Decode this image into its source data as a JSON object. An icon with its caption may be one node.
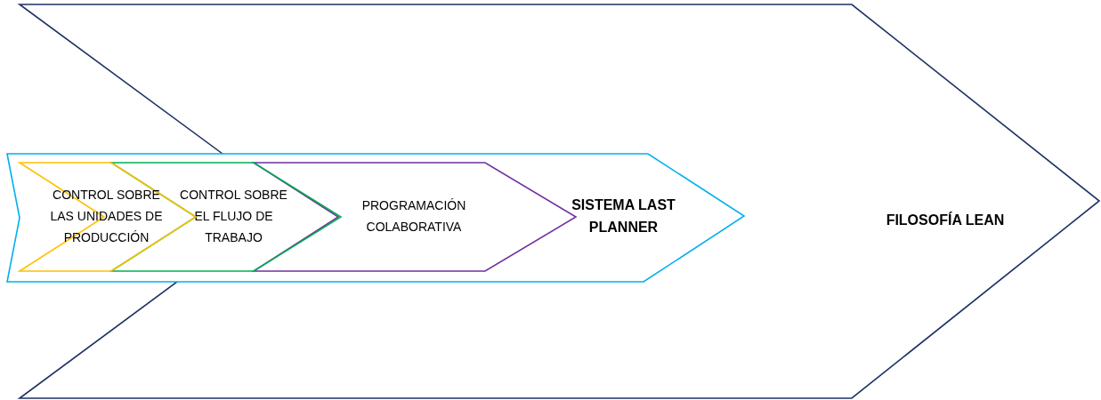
{
  "diagram": {
    "nodes": [
      {
        "text": [
          "FILOSOFÍA LEAN"
        ]
      },
      {
        "text": [
          "SISTEMA LAST PLANNER"
        ],
        "in": 0
      },
      {
        "text": [
          "PROGRAMACIÓN COLABORATIVA"
        ],
        "in": 1
      },
      {
        "text": [
          "CONTROL SOBRE EL FLUJO DE TRABAJO"
        ],
        "in": 1
      },
      {
        "text": [
          "CONTROL SOBRE LAS UNIDADES DE PRODUCCIÓN"
        ],
        "in": 1
      }
    ]
  }
}
